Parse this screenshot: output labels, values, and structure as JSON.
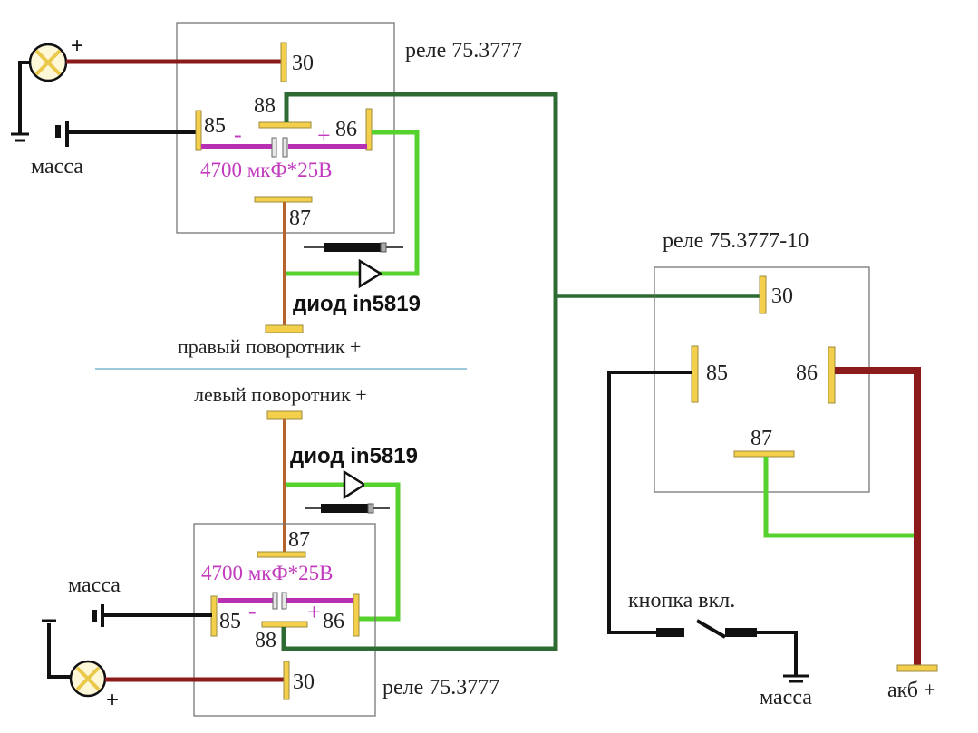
{
  "title": "Схема подключения реле поворотников с конденсатором и диодом",
  "colors": {
    "wire_red": "#8b1a1a",
    "wire_black": "#111111",
    "wire_dark_green": "#2e6b33",
    "wire_light_green": "#55d22e",
    "wire_brown": "#b5652c",
    "wire_capacitor": "#b82fb2",
    "pin": "#f3cf4c",
    "capacitor_text": "#c23bbf",
    "separator": "#7fb6cf"
  },
  "relay_top": {
    "name": "реле 75.3777",
    "pins": {
      "p30": "30",
      "p85": "85",
      "p86": "86",
      "p87": "87",
      "p88": "88"
    },
    "capacitor": "4700 мкФ*25В",
    "cap_minus": "-",
    "cap_plus": "+",
    "lamp_plus": "+",
    "ground_label": "масса",
    "diode_label": "диод in5819",
    "output_label": "правый  поворотник +"
  },
  "relay_bottom": {
    "name": "реле 75.3777",
    "pins": {
      "p30": "30",
      "p85": "85",
      "p86": "86",
      "p87": "87",
      "p88": "88"
    },
    "capacitor": "4700 мкФ*25В",
    "cap_minus": "-",
    "cap_plus": "+",
    "lamp_plus": "+",
    "ground_label": "масса",
    "diode_label": "диод in5819",
    "output_label": "левый поворотник +"
  },
  "relay_main": {
    "name": "реле 75.3777-10",
    "pins": {
      "p30": "30",
      "p85": "85",
      "p86": "86",
      "p87": "87"
    },
    "button_label": "кнопка вкл.",
    "ground_label": "масса",
    "battery_label": "акб +"
  }
}
